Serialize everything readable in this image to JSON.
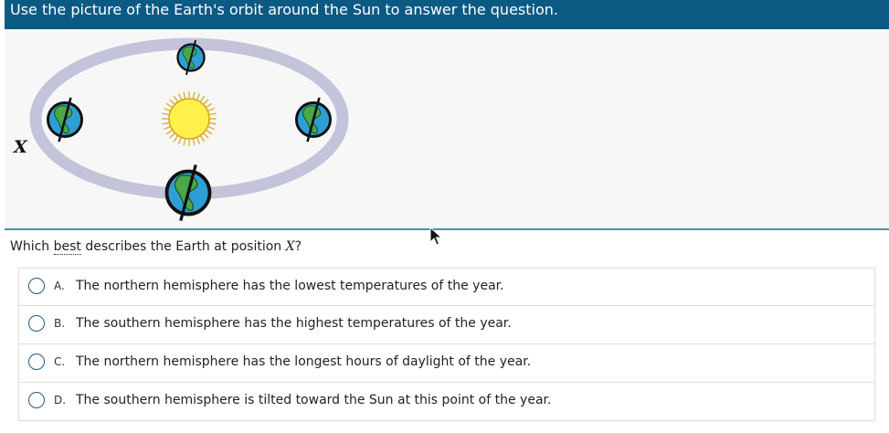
{
  "header": {
    "instruction": "Use the picture of the Earth's orbit around the Sun to answer the question."
  },
  "figure": {
    "position_label": "X"
  },
  "question": {
    "prefix": "Which ",
    "emphasis": "best",
    "middle": " describes the Earth at position ",
    "variable": "X",
    "suffix": "?"
  },
  "choices": [
    {
      "letter": "A.",
      "text": "The northern hemisphere has the lowest temperatures of the year."
    },
    {
      "letter": "B.",
      "text": "The southern hemisphere has the highest temperatures of the year."
    },
    {
      "letter": "C.",
      "text": "The northern hemisphere has the longest hours of daylight of the year."
    },
    {
      "letter": "D.",
      "text": "The southern hemisphere is tilted toward the Sun at this point of the year."
    }
  ],
  "colors": {
    "header_bg": "#0b5a84",
    "orbit": "#c3c4da",
    "ocean": "#2e9fd6",
    "land": "#4aa84a",
    "sun": "#fff04a",
    "sun_rays": "#d8a51a",
    "radio_border": "#1e5b8a"
  },
  "icons": [
    "earth-icon",
    "sun-icon",
    "radio-icon",
    "mouse-cursor-icon"
  ]
}
